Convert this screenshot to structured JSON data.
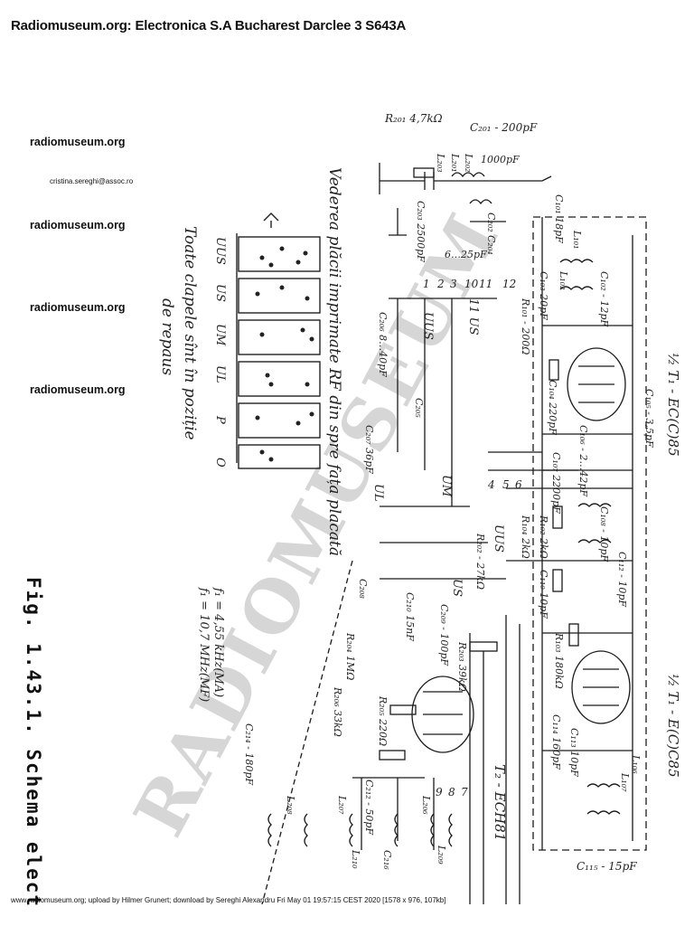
{
  "header": {
    "title": "Radiomuseum.org: Electronica S.A  Bucharest Darclee 3 S643A"
  },
  "watermarks": {
    "labels": [
      "radiomuseum.org",
      "radiomuseum.org",
      "radiomuseum.org",
      "radiomuseum.org"
    ],
    "email": "cristina.sereghi@assoc.ro",
    "diagonal": "RADIOMUSEUM"
  },
  "schematic": {
    "caption": "Fig. 1.43.1. Schema elect",
    "note_plates": "Vederea plăcii imprimate RF din spre fața placată",
    "note_keys_1": "Toate clapele sînt în poziție",
    "note_keys_2": "de repaus",
    "switch_labels": [
      "UUS",
      "US",
      "UM",
      "UL",
      "P",
      "O"
    ],
    "freq_1": "f₁ = 4,55 kHz(MA)",
    "freq_2": "f₁ = 10,7 MHz(MF)",
    "tube_1": "½ T₁ - EC(C)85",
    "tube_1b": "½ T₁ - E(C)C85",
    "tube_2": "T₂ - ECH81",
    "components": [
      "R₂₀₁ 4,7kΩ",
      "C₂₀₁ - 200pF",
      "1000pF",
      "C₂₀₂",
      "C₂₀₃ 2500pF",
      "C₂₀₄",
      "6…25pF",
      "L₂₀₁",
      "L₂₀₂",
      "L₂₀₃",
      "C₂₀₅",
      "C₂₀₆ 8…40pF",
      "C₂₀₇ 36pF",
      "C₂₀₈",
      "C₂₀₉ - 100pF",
      "C₂₁₀ 15nF",
      "R₂₀₂ - 27kΩ",
      "R₂₀₃ 39kΩ",
      "R₂₀₄ 1MΩ",
      "R₂₀₅ 220Ω",
      "R₂₀₆ 33kΩ",
      "C₂₁₂ - 50pF",
      "C₂₁₄ - 180pF",
      "L₂₀₆",
      "L₂₀₇",
      "L₂₀₈",
      "L₂₀₉",
      "L₂₁₀",
      "C₂₁₆",
      "C₁₀₁ 18pF",
      "L₁₀₁",
      "L₁₀₂",
      "C₁₀₂ - 12pF",
      "C₁₀₃ 20pF",
      "R₁₀₁ - 200Ω",
      "C₁₀₄ 220pF",
      "C₁₀₅ - 3,5pF",
      "C₁₀₆ - 2…42pF",
      "C₁₀₇ 2200pF",
      "C₁₀₈ - 10pF",
      "R₁₀₂ 2kΩ",
      "R₁₀₄ 2kΩ",
      "C₁₁₂ - 10pF",
      "C₁₁₀ 10pF",
      "R₁₀₃ 180kΩ",
      "C₁₁₃ 10pF",
      "C₁₁₄ 160pF",
      "L₁₀₆",
      "L₁₀₇",
      "C₁₁₅ - 15pF"
    ],
    "contact_numbers": [
      "1",
      "2",
      "3",
      "10",
      "11",
      "12",
      "4",
      "5",
      "6",
      "7",
      "8",
      "9"
    ],
    "switch_group_labels": [
      "UUS",
      "UM",
      "UL",
      "US",
      "11 US",
      "UUS"
    ]
  },
  "footer": {
    "text": "www.radiomuseum.org; upload by Hilmer Grunert; download by Sereghi Alexandru Fri May 01 19:57:15 CEST 2020 [1578 x 976, 107kb]"
  }
}
